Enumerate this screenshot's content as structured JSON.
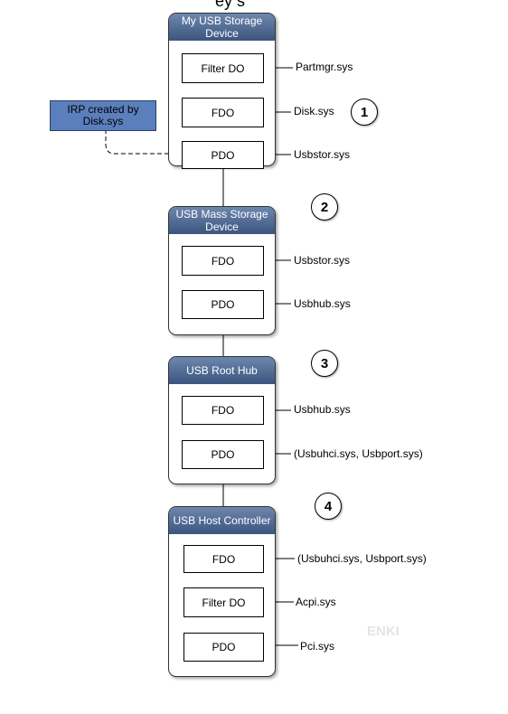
{
  "top_text": "ey s",
  "irp_label": "IRP created by Disk.sys",
  "stacks": [
    {
      "header": "My USB Storage Device",
      "step": null,
      "nodes": [
        {
          "label": "Filter DO",
          "driver": "Partmgr.sys"
        },
        {
          "label": "FDO",
          "driver": "Disk.sys"
        },
        {
          "label": "PDO",
          "driver": "Usbstor.sys"
        }
      ]
    },
    {
      "header": "USB Mass Storage Device",
      "step": null,
      "nodes": [
        {
          "label": "FDO",
          "driver": "Usbstor.sys"
        },
        {
          "label": "PDO",
          "driver": "Usbhub.sys"
        }
      ]
    },
    {
      "header": "USB Root Hub",
      "step": null,
      "nodes": [
        {
          "label": "FDO",
          "driver": "Usbhub.sys"
        },
        {
          "label": "PDO",
          "driver": "(Usbuhci.sys, Usbport.sys)"
        }
      ]
    },
    {
      "header": "USB Host Controller",
      "step": null,
      "nodes": [
        {
          "label": "FDO",
          "driver": "(Usbuhci.sys, Usbport.sys)"
        },
        {
          "label": "Filter DO",
          "driver": "Acpi.sys"
        },
        {
          "label": "PDO",
          "driver": "Pci.sys"
        }
      ]
    }
  ],
  "steps": [
    "1",
    "2",
    "3",
    "4"
  ],
  "watermark": "ENKI"
}
